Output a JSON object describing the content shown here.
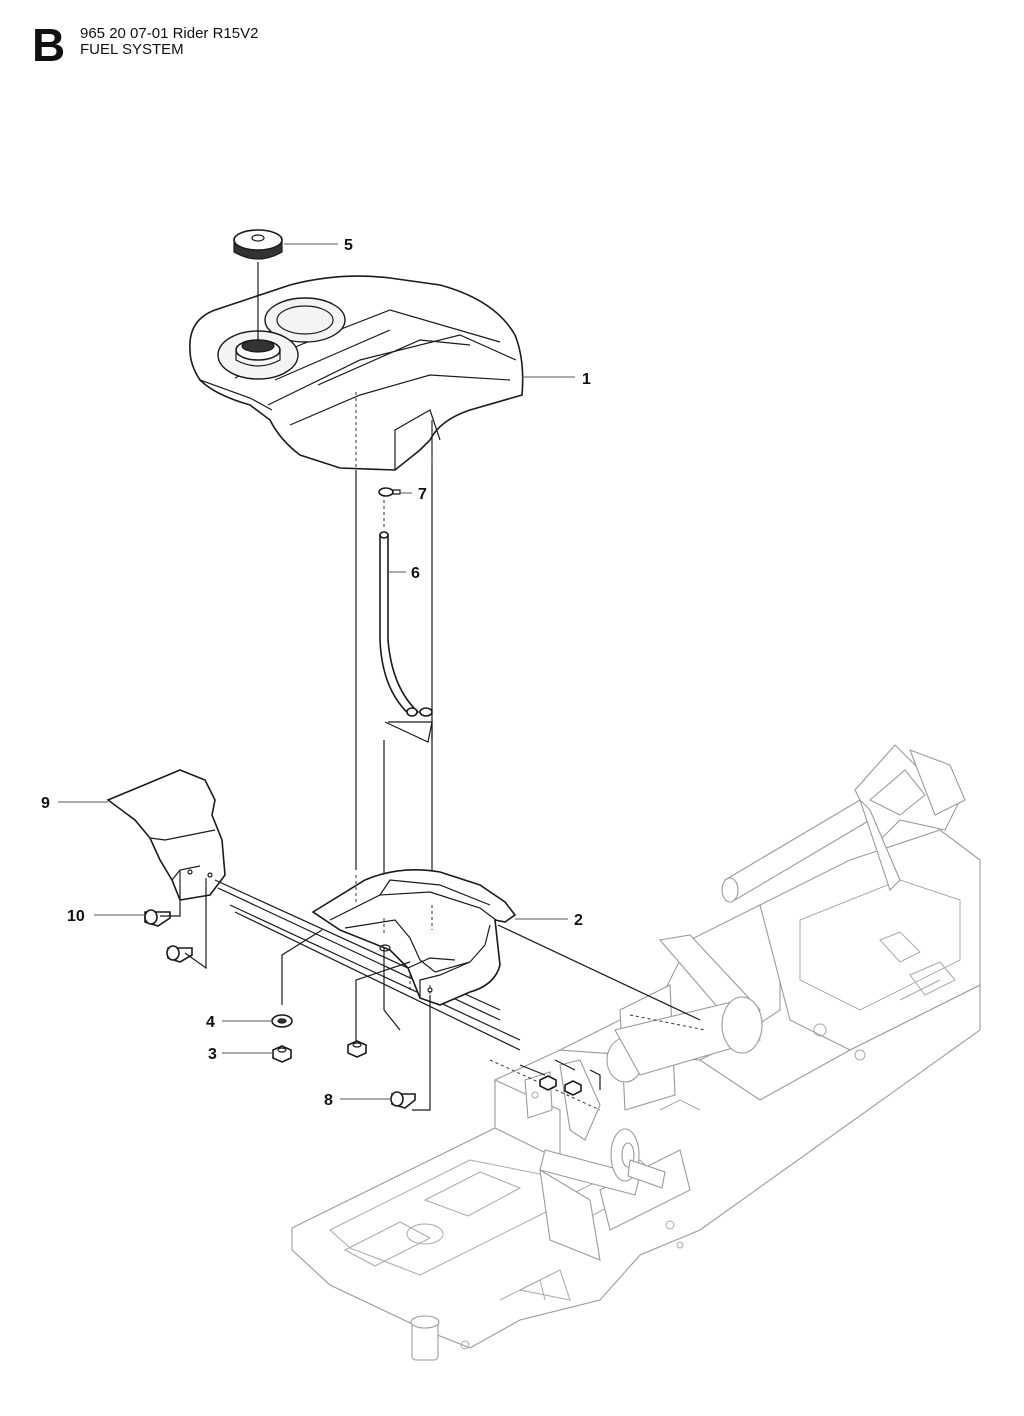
{
  "header": {
    "section_letter": "B",
    "part_number_line": "965 20 07-01 Rider R15V2",
    "section_title": "FUEL SYSTEM"
  },
  "callouts": [
    {
      "id": "1",
      "part": "fuel-tank"
    },
    {
      "id": "2",
      "part": "tank-bracket"
    },
    {
      "id": "3",
      "part": "nut"
    },
    {
      "id": "4",
      "part": "washer"
    },
    {
      "id": "5",
      "part": "fuel-cap"
    },
    {
      "id": "6",
      "part": "fuel-hose"
    },
    {
      "id": "7",
      "part": "hose-clamp"
    },
    {
      "id": "8",
      "part": "screw"
    },
    {
      "id": "9",
      "part": "heat-shield"
    },
    {
      "id": "10",
      "part": "bolt"
    }
  ],
  "icons": {
    "tank": "fuel-tank-icon",
    "cap": "fuel-cap-icon",
    "frame": "chassis-frame-icon"
  }
}
